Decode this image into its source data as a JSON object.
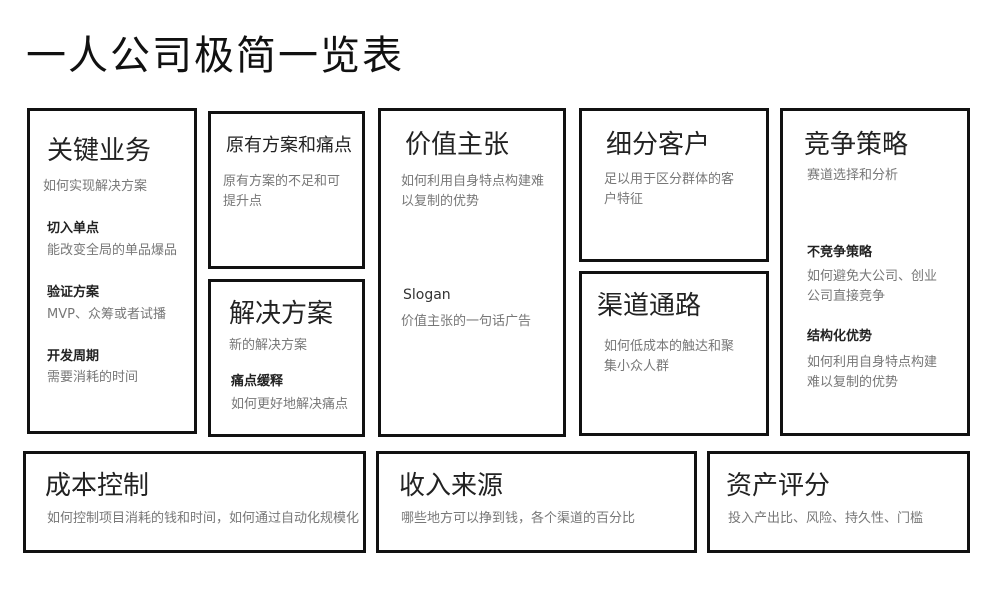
{
  "title": "一人公司极简一览表",
  "key_business": {
    "heading": "关键业务",
    "desc": "如何实现解决方案",
    "items": [
      {
        "title": "切入单点",
        "desc": "能改变全局的单品爆品"
      },
      {
        "title": "验证方案",
        "desc": "MVP、众筹或者试播"
      },
      {
        "title": "开发周期",
        "desc": "需要消耗的时间"
      }
    ]
  },
  "existing_solution": {
    "heading": "原有方案和痛点",
    "desc": "原有方案的不足和可提升点"
  },
  "solution": {
    "heading": "解决方案",
    "desc": "新的解决方案",
    "sub_title": "痛点缓释",
    "sub_desc": "如何更好地解决痛点"
  },
  "value_proposition": {
    "heading": "价值主张",
    "desc": "如何利用自身特点构建难以复制的优势",
    "slogan_label": "Slogan",
    "slogan_desc": "价值主张的一句话广告"
  },
  "customer_segment": {
    "heading": "细分客户",
    "desc": "足以用于区分群体的客户特征"
  },
  "channels": {
    "heading": "渠道通路",
    "desc": "如何低成本的触达和聚集小众人群"
  },
  "competition": {
    "heading": "竞争策略",
    "desc": "赛道选择和分析",
    "items": [
      {
        "title": "不竞争策略",
        "desc": "如何避免大公司、创业公司直接竞争"
      },
      {
        "title": "结构化优势",
        "desc": "如何利用自身特点构建难以复制的优势"
      }
    ]
  },
  "cost": {
    "heading": "成本控制",
    "desc": "如何控制项目消耗的钱和时间，如何通过自动化规模化"
  },
  "revenue": {
    "heading": "收入来源",
    "desc": "哪些地方可以挣到钱，各个渠道的百分比"
  },
  "assets": {
    "heading": "资产评分",
    "desc": "投入产出比、风险、持久性、门槛"
  }
}
